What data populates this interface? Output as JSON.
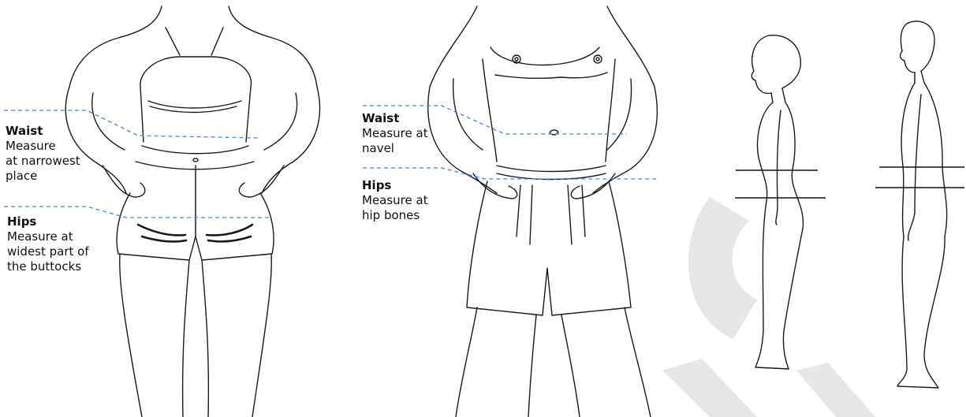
{
  "panels": {
    "woman_front": {
      "waist": {
        "title": "Waist",
        "lines": [
          "Measure",
          "at narrowest",
          "place"
        ]
      },
      "hips": {
        "title": "Hips",
        "lines": [
          "Measure at",
          "widest part of",
          "the buttocks"
        ]
      }
    },
    "man_front": {
      "waist": {
        "title": "Waist",
        "lines": [
          "Measure at",
          "navel"
        ]
      },
      "hips": {
        "title": "Hips",
        "lines": [
          "Measure at",
          "hip bones"
        ]
      }
    }
  },
  "colors": {
    "guide_line": "#4f86c6",
    "ink": "#1a1a1a",
    "watermark": "#e3e3e3"
  }
}
